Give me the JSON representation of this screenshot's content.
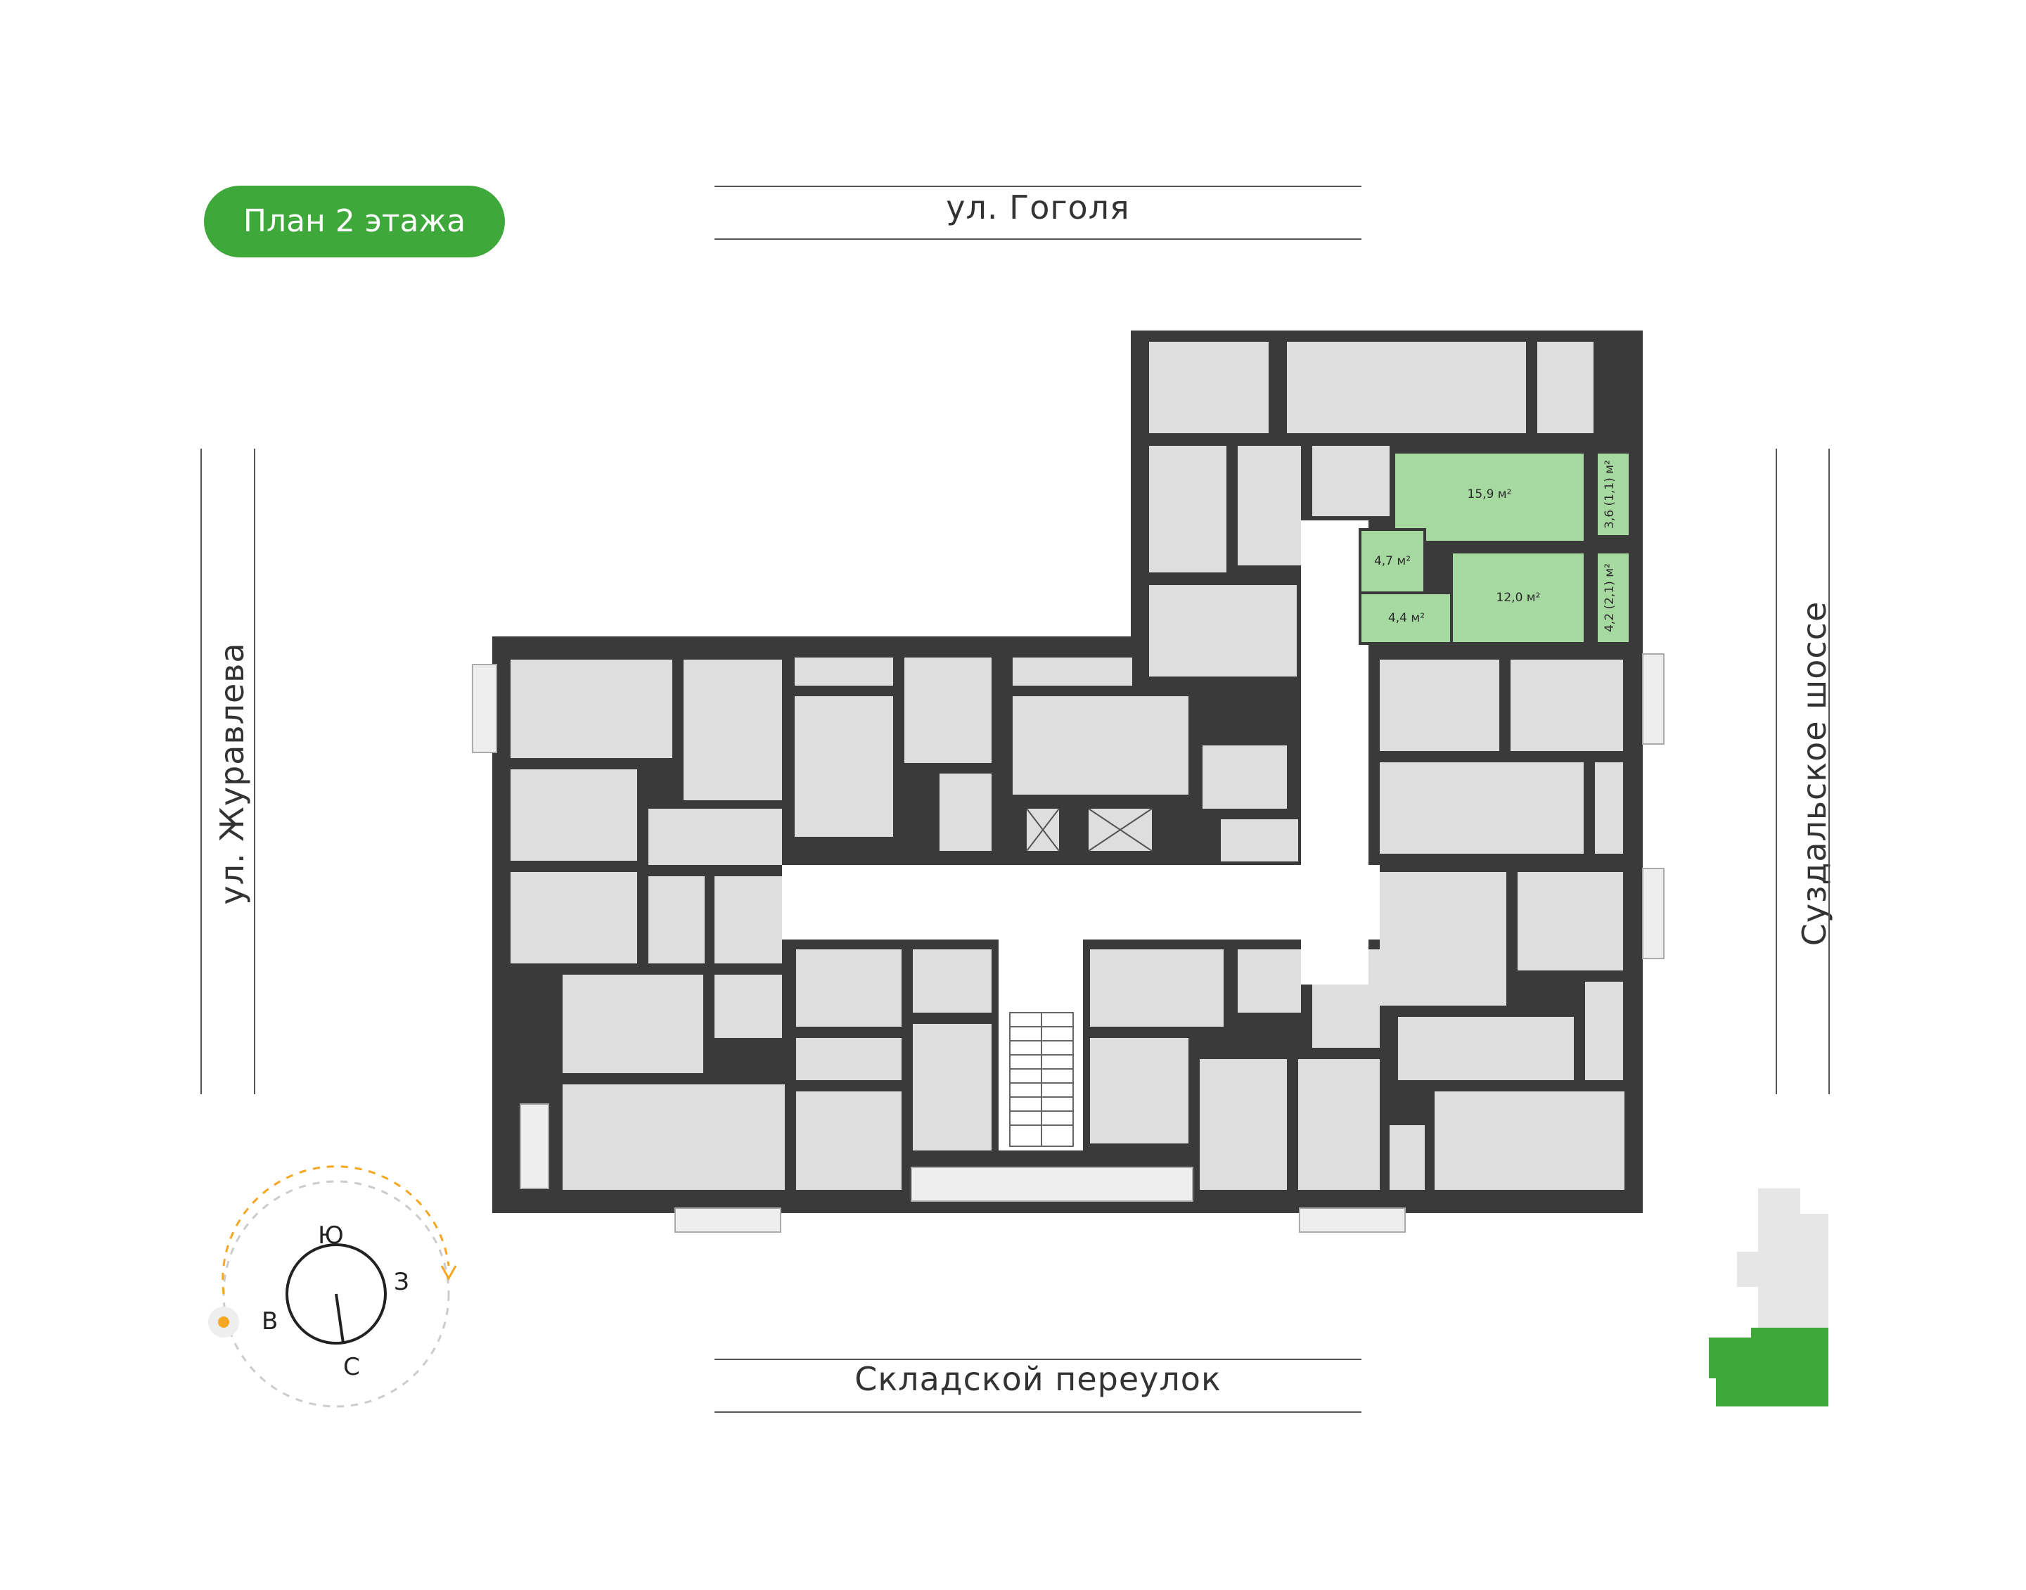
{
  "title": "План 2 этажа",
  "streets": {
    "north": "ул. Гоголя",
    "south": "Складской переулок",
    "west": "ул. Журавлева",
    "east": "Суздальское шоссе"
  },
  "highlighted_rooms": [
    {
      "id": "living",
      "area": "15,9 м²"
    },
    {
      "id": "hall",
      "area": "4,7 м²"
    },
    {
      "id": "kitchen",
      "area": "12,0 м²"
    },
    {
      "id": "bath",
      "area": "4,4 м²"
    },
    {
      "id": "balcony-1",
      "area": "3,6 (1,1) м²"
    },
    {
      "id": "balcony-2",
      "area": "4,2 (2,1) м²"
    }
  ],
  "compass": {
    "north": "С",
    "south": "Ю",
    "east": "В",
    "west": "З"
  },
  "colors": {
    "accent": "#3ea83a",
    "highlight": "#a6d9a0",
    "wall": "#3a3a3a",
    "room": "#dedede",
    "sun": "#f5a623"
  }
}
